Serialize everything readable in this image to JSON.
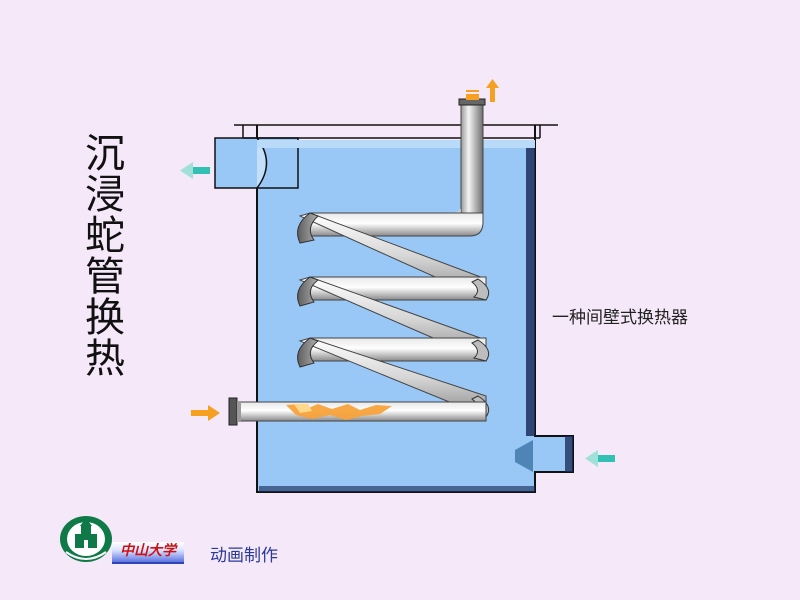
{
  "slide": {
    "title_chars": [
      "沉",
      "浸",
      "蛇",
      "管",
      "换",
      "热"
    ],
    "description": "一种间壁式换热器",
    "credit": "动画制作",
    "university_name": "中山大学"
  },
  "colors": {
    "background": "#f5e8f9",
    "liquid": "#99c8f6",
    "vessel_outline": "#111111",
    "pipe_light": "#f2f2f2",
    "pipe_dark": "#7a7a7a",
    "arrow_hot": "#f5a020",
    "arrow_cold": "#33c0b4",
    "logo_green": "#0f7a48"
  },
  "icons": {
    "hot_inlet": "orange-arrow-right-icon",
    "hot_outlet": "orange-arrow-up-icon",
    "cold_inlet": "teal-arrow-left-icon",
    "cold_outlet": "teal-arrow-left-icon",
    "logo": "university-emblem-icon"
  }
}
